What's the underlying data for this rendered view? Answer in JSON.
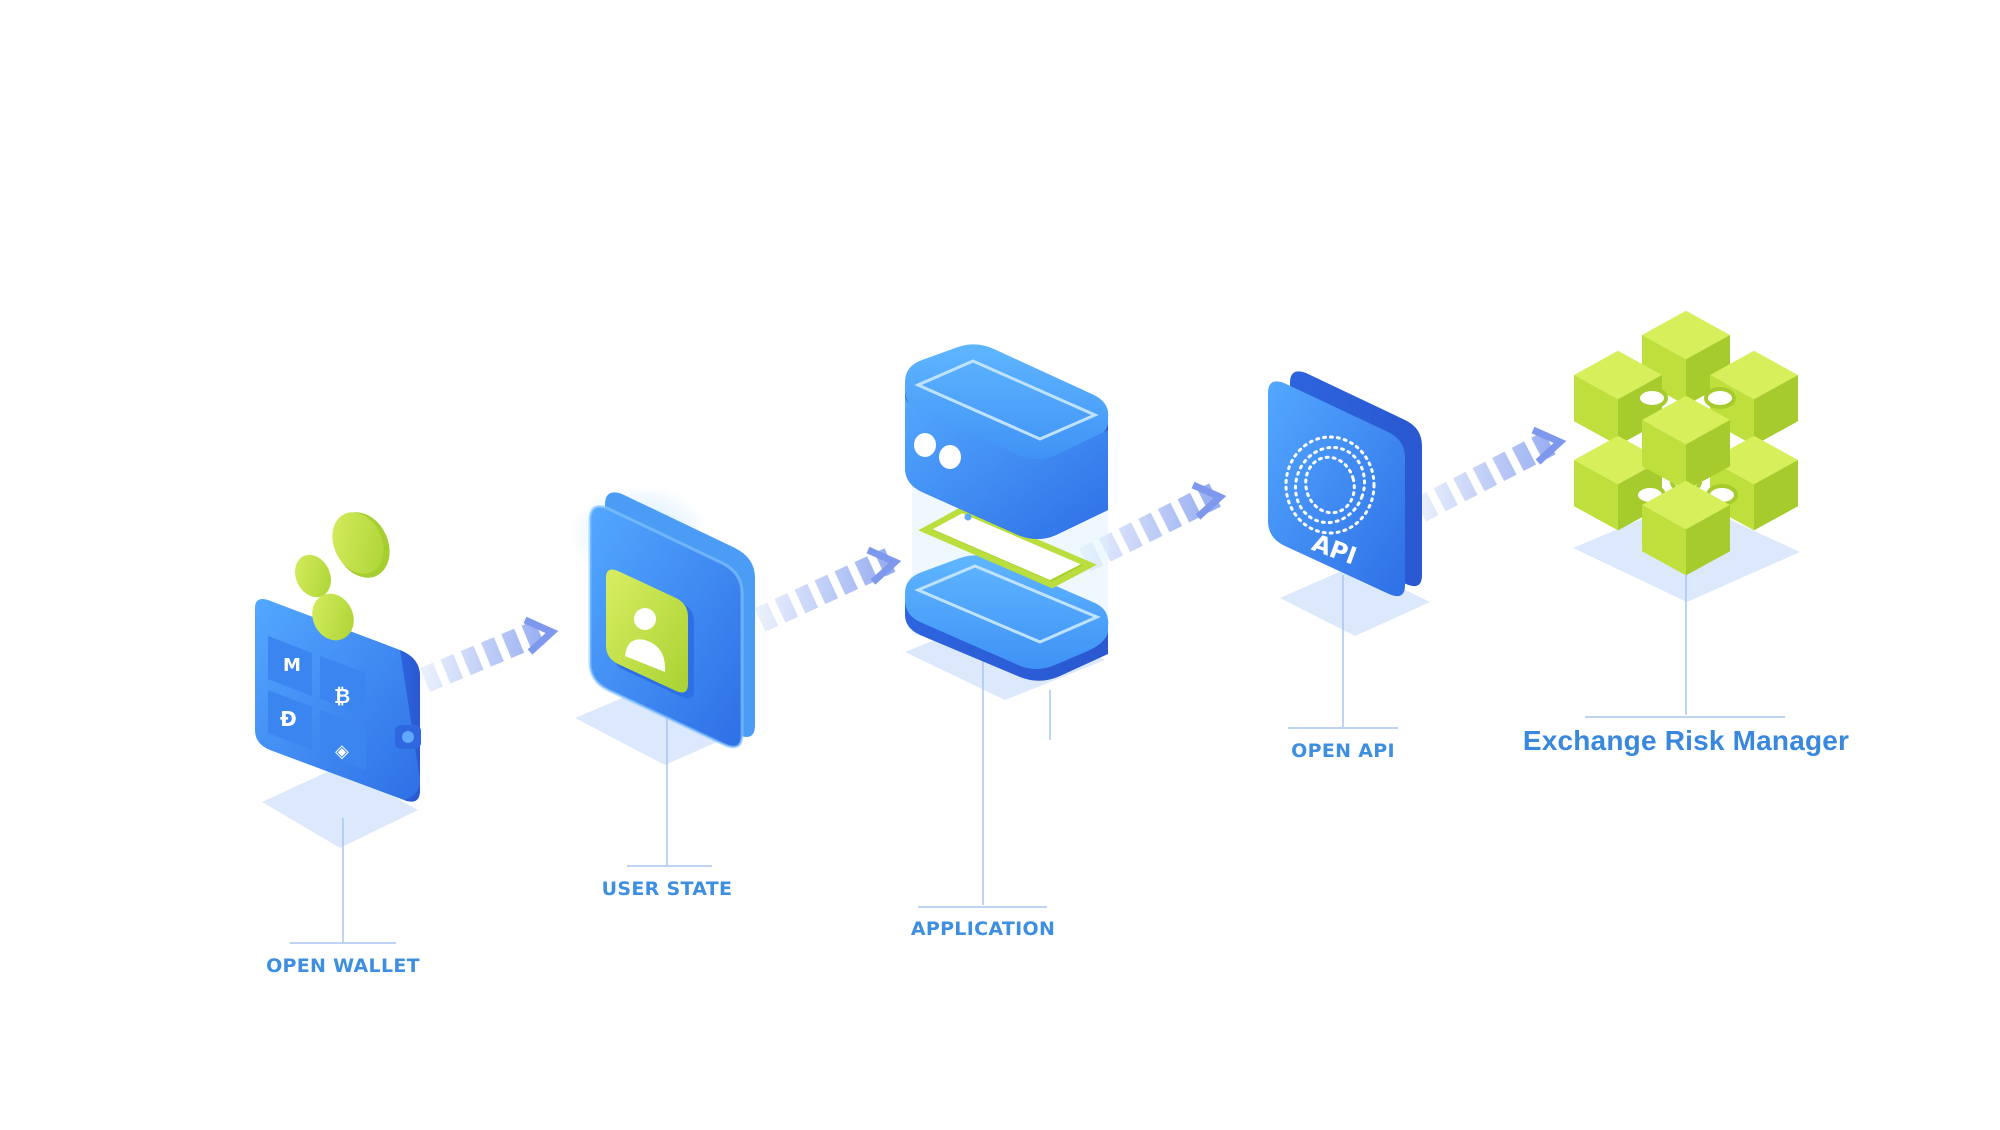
{
  "nodes": [
    {
      "id": "open-wallet",
      "label": "OPEN WALLET",
      "icon": "wallet-icon"
    },
    {
      "id": "user-state",
      "label": "USER STATE",
      "icon": "user-icon"
    },
    {
      "id": "application",
      "label": "APPLICATION",
      "icon": "server-phone-icon"
    },
    {
      "id": "open-api",
      "label": "OPEN API",
      "icon": "api-icon",
      "badge_text": "API"
    },
    {
      "id": "exchange-risk-manager",
      "label": "Exchange Risk Manager",
      "icon": "cube-cluster-icon"
    }
  ],
  "colors": {
    "primary_blue": "#3a8ef0",
    "dark_blue": "#2b63e0",
    "lime": "#c8e64a",
    "label_blue": "#3f8fe0",
    "shadow": "#dde9fb",
    "arrow": "#8ea6f2"
  }
}
